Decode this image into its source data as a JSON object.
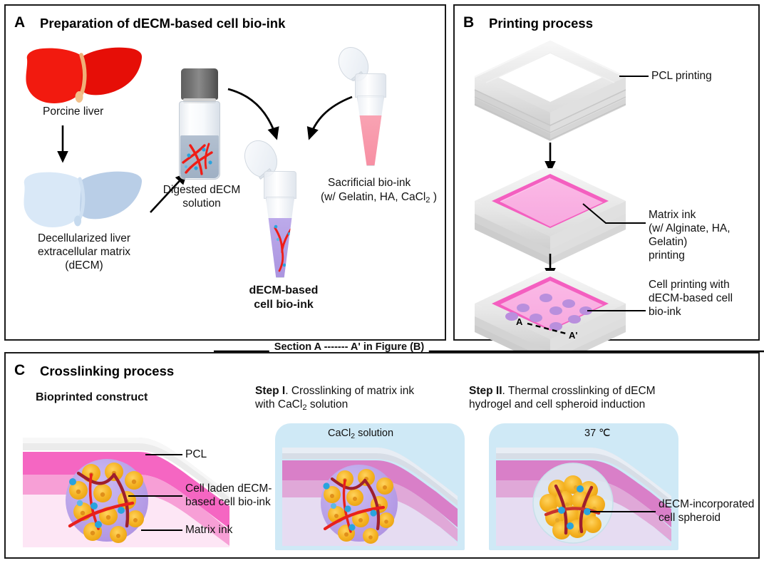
{
  "figure": {
    "panels": [
      {
        "letter": "A",
        "title": "Preparation of dECM-based cell bio-ink"
      },
      {
        "letter": "B",
        "title": "Printing process"
      },
      {
        "letter": "C",
        "title": "Crosslinking process"
      }
    ]
  },
  "panel_a": {
    "letter": "A",
    "title": "Preparation of dECM-based cell bio-ink",
    "labels": {
      "porcine_liver": "Porcine liver",
      "decellularized": "Decellularized liver\nextracellular matrix\n(dECM)",
      "digested": "Digested dECM\nsolution",
      "sacrificial_line1": "Sacrificial bio-ink",
      "sacrificial_line2_pre": "(w/ Gelatin, HA, CaCl",
      "sacrificial_sub": "2",
      "sacrificial_line2_post": " )",
      "decm_bioink": "dECM-based\ncell bio-ink"
    }
  },
  "panel_b": {
    "letter": "B",
    "title": "Printing process",
    "labels": {
      "pcl_printing": "PCL printing",
      "matrix_ink": "Matrix ink\n(w/ Alginate, HA, Gelatin)\nprinting",
      "cell_printing": "Cell printing with\ndECM-based cell\nbio-ink",
      "section_a": "A",
      "section_a_prime": "A'"
    }
  },
  "section_divider": {
    "text": "Section  A ------- A' in Figure (B)"
  },
  "panel_c": {
    "letter": "C",
    "title": "Crosslinking process",
    "subpanels": [
      {
        "heading_bold": "Bioprinted construct",
        "heading_rest": "",
        "heading_line2": "",
        "bath_label": ""
      },
      {
        "heading_bold": "Step I",
        "heading_rest": ". Crosslinking of matrix ink",
        "heading_line2": "with CaCl2 solution",
        "bath_label": "CaCl2 solution"
      },
      {
        "heading_bold": "Step II",
        "heading_rest": ". Thermal crosslinking of dECM",
        "heading_line2": "hydrogel and cell spheroid induction",
        "bath_label": "37 ℃"
      }
    ],
    "step1_line2_pre": "with CaCl",
    "step1_line2_sub": "2",
    "step1_line2_post": " solution",
    "bath2_pre": "CaCl",
    "bath2_sub": "2",
    "bath2_post": " solution",
    "bath3": "37 ℃",
    "labels": {
      "pcl": "PCL",
      "cell_laden": "Cell laden dECM-\nbased cell bio-ink",
      "matrix_ink": "Matrix ink",
      "spheroid": "dECM-incorporated\ncell spheroid"
    }
  },
  "colors": {
    "liver_red": "#f21a0f",
    "liver_red_dark": "#d80c06",
    "gallbladder": "#f2c08a",
    "liver_pale_blue": "#cfe2f3",
    "liver_pale_blue_dark": "#b3c9e3",
    "dECM_solution": "#a8b7c9",
    "bioink_purple": "#b7a8e8",
    "sacrificial_pink": "#f9a3b3",
    "matrix_pink": "#f9a8dd",
    "matrix_pink_deep": "#f45fc0",
    "pcl_gray": "#e2e2e2",
    "cell_orange": "#f5b324",
    "fiber_red": "#e8201c",
    "fiber_dark_red": "#9e1f2e",
    "cell_blue_dot": "#29a3dd",
    "bath_blue": "#cfe9f6",
    "spheroid_capsule": "#dceef3",
    "purple_dot": "#b98fdd"
  }
}
